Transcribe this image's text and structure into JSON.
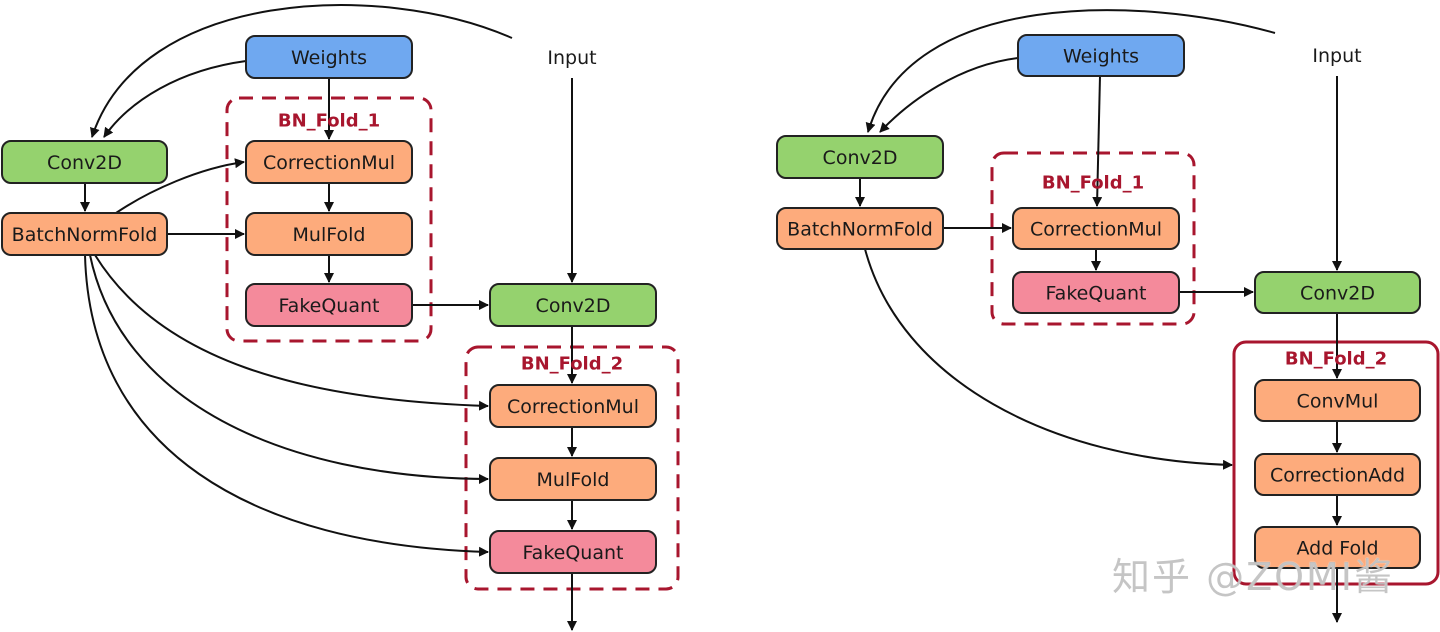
{
  "colors": {
    "weights": "#6fa8f0",
    "conv": "#95d26e",
    "orange": "#fdab7c",
    "fakequant": "#f48a9b",
    "group_border": "#a8162e",
    "edge": "#111111",
    "node_border": "#222222"
  },
  "left_diagram": {
    "input_label": "Input",
    "nodes": {
      "weights": "Weights",
      "conv_a": "Conv2D",
      "bnfold": "BatchNormFold",
      "cm1": "CorrectionMul",
      "mf1": "MulFold",
      "fq1": "FakeQuant",
      "conv_b": "Conv2D",
      "cm2": "CorrectionMul",
      "mf2": "MulFold",
      "fq2": "FakeQuant"
    },
    "groups": {
      "bn_fold_1": "BN_Fold_1",
      "bn_fold_2": "BN_Fold_2"
    }
  },
  "right_diagram": {
    "input_label": "Input",
    "nodes": {
      "weights": "Weights",
      "conv_a": "Conv2D",
      "bnfold": "BatchNormFold",
      "cm1": "CorrectionMul",
      "fq1": "FakeQuant",
      "conv_b": "Conv2D",
      "convmul": "ConvMul",
      "corradd": "CorrectionAdd",
      "addfold": "Add Fold"
    },
    "groups": {
      "bn_fold_1": "BN_Fold_1",
      "bn_fold_2": "BN_Fold_2"
    }
  },
  "watermark": "知乎 @ZOMI酱"
}
